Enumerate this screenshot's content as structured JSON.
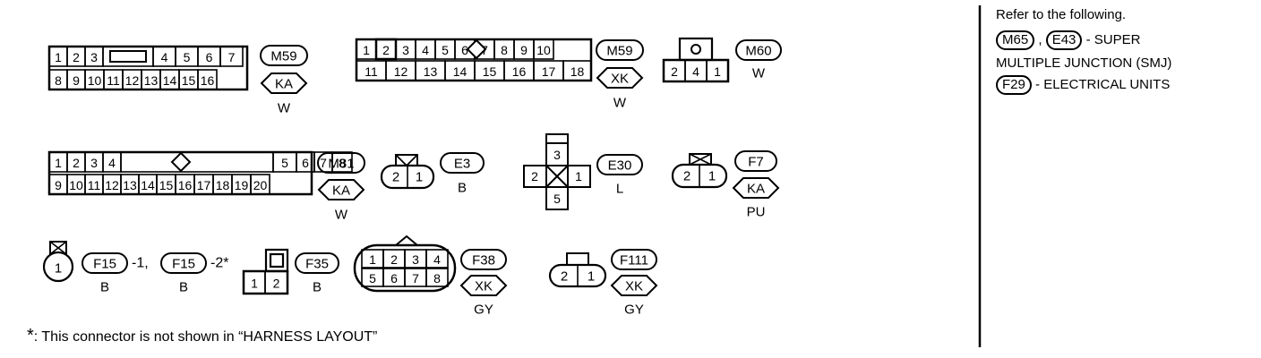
{
  "connectors": {
    "m59a": {
      "top_pins": [
        "1",
        "2",
        "3",
        "4",
        "5",
        "6",
        "7"
      ],
      "bottom_pins": [
        "8",
        "9",
        "10",
        "11",
        "12",
        "13",
        "14",
        "15",
        "16"
      ],
      "id": "M59",
      "type": "KA",
      "color": "W"
    },
    "m59b": {
      "top_pins": [
        "1",
        "2",
        "3",
        "4",
        "5",
        "6",
        "7",
        "8",
        "9",
        "10"
      ],
      "bottom_pins": [
        "11",
        "12",
        "13",
        "14",
        "15",
        "16",
        "17",
        "18"
      ],
      "id": "M59",
      "type": "XK",
      "color": "W"
    },
    "m60": {
      "pins": [
        "2",
        "4",
        "1"
      ],
      "id": "M60",
      "color": "W"
    },
    "m81": {
      "top_pins": [
        "1",
        "2",
        "3",
        "4",
        "5",
        "6",
        "7",
        "8"
      ],
      "bottom_pins": [
        "9",
        "10",
        "11",
        "12",
        "13",
        "14",
        "15",
        "16",
        "17",
        "18",
        "19",
        "20"
      ],
      "id": "M81",
      "type": "KA",
      "color": "W"
    },
    "e3": {
      "pins": [
        "2",
        "1"
      ],
      "id": "E3",
      "color": "B"
    },
    "e30": {
      "pins": [
        "3",
        "2",
        "1",
        "5"
      ],
      "id": "E30",
      "color": "L"
    },
    "f7": {
      "pins": [
        "2",
        "1"
      ],
      "id": "F7",
      "type": "KA",
      "color": "PU"
    },
    "f15": {
      "pin": "1",
      "id1": "F15",
      "suffix1": "-1,",
      "id2": "F15",
      "suffix2": "-2*",
      "color1": "B",
      "color2": "B"
    },
    "f35": {
      "pins": [
        "1",
        "2"
      ],
      "id": "F35",
      "color": "B"
    },
    "f38": {
      "top_pins": [
        "1",
        "2",
        "3",
        "4"
      ],
      "bottom_pins": [
        "5",
        "6",
        "7",
        "8"
      ],
      "id": "F38",
      "type": "XK",
      "color": "GY"
    },
    "f111": {
      "pins": [
        "2",
        "1"
      ],
      "id": "F111",
      "type": "XK",
      "color": "GY"
    }
  },
  "footnote": {
    "star": "*",
    "text": ": This connector is not shown in “HARNESS LAYOUT”"
  },
  "reference": {
    "heading": "Refer to the following.",
    "tag1": "M65",
    "sep": ",",
    "tag2": "E43",
    "text1": "- SUPER",
    "text2": "MULTIPLE JUNCTION (SMJ)",
    "tag3": "F29",
    "text3": "- ELECTRICAL UNITS"
  }
}
